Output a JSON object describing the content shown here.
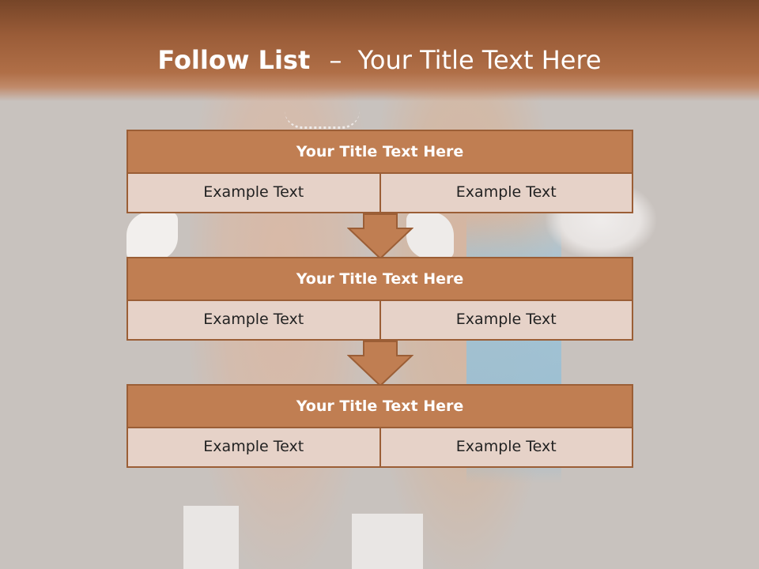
{
  "header": {
    "title_bold": "Follow List",
    "title_sep": "–",
    "title_rest": "Your Title Text Here"
  },
  "steps": [
    {
      "title": "Your Title Text Here",
      "left": "Example Text",
      "right": "Example Text"
    },
    {
      "title": "Your Title Text Here",
      "left": "Example Text",
      "right": "Example Text"
    },
    {
      "title": "Your Title Text Here",
      "left": "Example Text",
      "right": "Example Text"
    }
  ],
  "colors": {
    "header_dark": "#764528",
    "header_light": "#b06f47",
    "step_title_fill": "#c07e52",
    "step_border": "#9b5e36",
    "cell_fill": "#e6d2c8",
    "arrow_fill": "#c07e52"
  }
}
